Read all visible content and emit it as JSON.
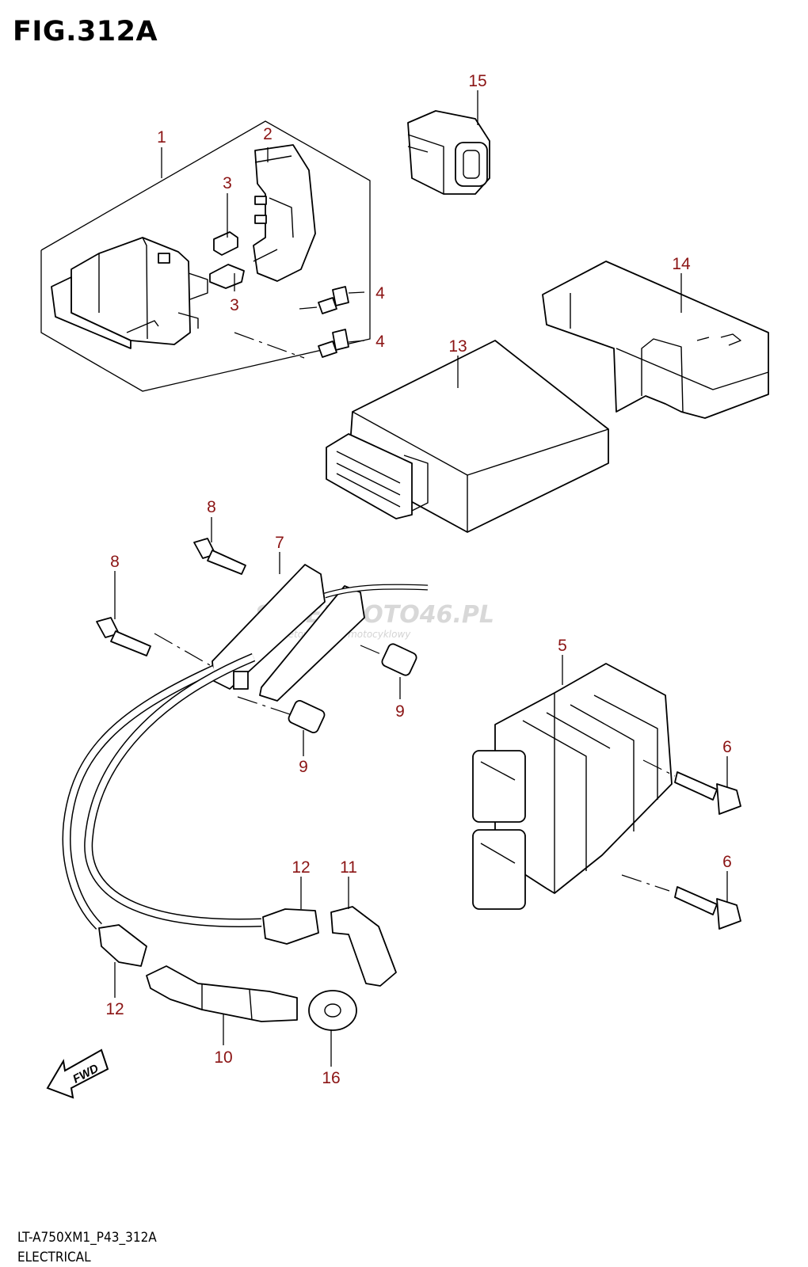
{
  "figure": {
    "title": "FIG.312A",
    "code": "LT-A750XM1_P43_312A",
    "section": "ELECTRICAL"
  },
  "watermark": {
    "brand": "SKLEPMOTO46.PL",
    "tagline": "internetowy sklep motocyklowy"
  },
  "fwd_label": "FWD",
  "callouts": [
    "1",
    "2",
    "3",
    "3",
    "4",
    "4",
    "5",
    "6",
    "6",
    "7",
    "8",
    "8",
    "9",
    "9",
    "10",
    "11",
    "12",
    "12",
    "13",
    "14",
    "15",
    "16"
  ],
  "colors": {
    "callout": "#8b1414",
    "line": "#000000"
  }
}
